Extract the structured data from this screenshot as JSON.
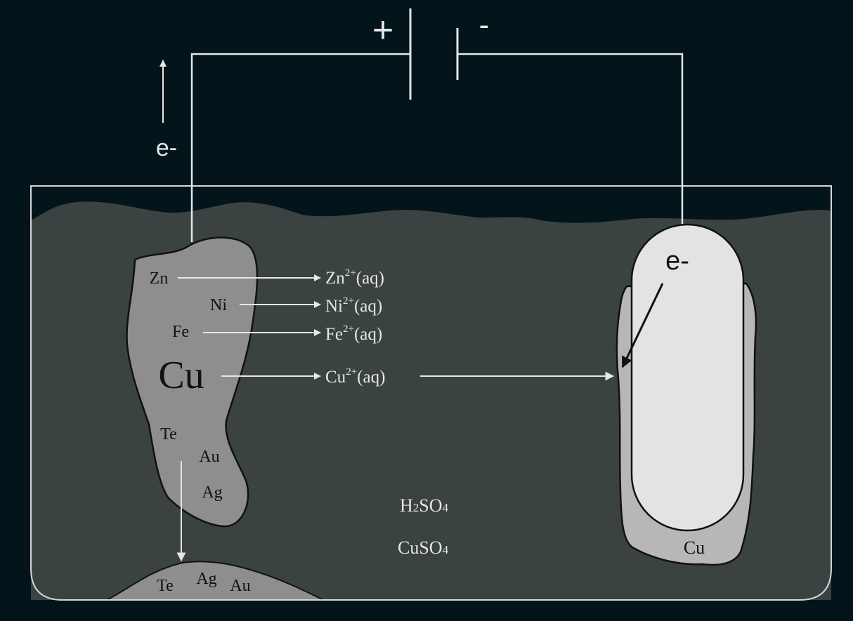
{
  "battery": {
    "plus": "+",
    "minus": "-"
  },
  "electron_flow": {
    "wire_label": "e-",
    "cathode_label": "e-"
  },
  "anode": {
    "metals": {
      "zn": "Zn",
      "ni": "Ni",
      "fe": "Fe",
      "cu": "Cu",
      "te": "Te",
      "au": "Au",
      "ag": "Ag"
    }
  },
  "ions": {
    "zn": {
      "base": "Zn",
      "charge": "2+",
      "state": "(aq)"
    },
    "ni": {
      "base": "Ni",
      "charge": "2+",
      "state": "(aq)"
    },
    "fe": {
      "base": "Fe",
      "charge": "2+",
      "state": "(aq)"
    },
    "cu": {
      "base": "Cu",
      "charge": "2+",
      "state": "(aq)"
    }
  },
  "electrolyte": {
    "h2so4": {
      "a": "H",
      "sub1": "2",
      "b": "SO",
      "sub2": "4"
    },
    "cuso4": {
      "a": "CuSO",
      "sub": "4"
    }
  },
  "sludge": {
    "te": "Te",
    "ag": "Ag",
    "au": "Au"
  },
  "cathode": {
    "deposit_label": "Cu"
  },
  "colors": {
    "background": "#03141a",
    "electrolyte": "#3a4242",
    "anode": "#8e8e8e",
    "cathode": "#e3e3e3",
    "deposit": "#b7b7b7",
    "line": "#e6e6e6"
  }
}
